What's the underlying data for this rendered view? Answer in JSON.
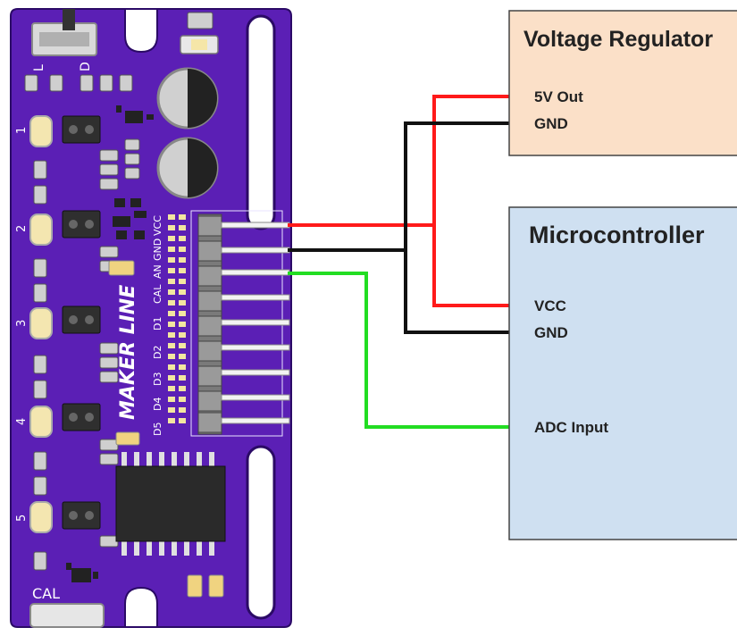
{
  "pcb": {
    "brand_text": "MAKER LINE",
    "switch_labels": [
      "L",
      "D"
    ],
    "sensor_numbers": [
      "1",
      "2",
      "3",
      "4",
      "5"
    ],
    "cal_label": "CAL",
    "header_pins": [
      "VCC",
      "GND",
      "AN",
      "CAL",
      "D1",
      "D2",
      "D3",
      "D4",
      "D5"
    ],
    "colors": {
      "board": "#5b1fb5",
      "board_dark": "#3d0f86"
    }
  },
  "regulator": {
    "title": "Voltage Regulator",
    "pins": [
      "5V Out",
      "GND"
    ],
    "fill": "#fbe0c8"
  },
  "microcontroller": {
    "title": "Microcontroller",
    "pins": [
      "VCC",
      "GND",
      "ADC Input"
    ],
    "fill": "#cfe0f1"
  },
  "wires": [
    {
      "from": "VCC",
      "to": "5V Out / VCC",
      "color": "#ff1a1a"
    },
    {
      "from": "GND",
      "to": "GND",
      "color": "#111111"
    },
    {
      "from": "AN",
      "to": "ADC Input",
      "color": "#22dd22"
    }
  ]
}
